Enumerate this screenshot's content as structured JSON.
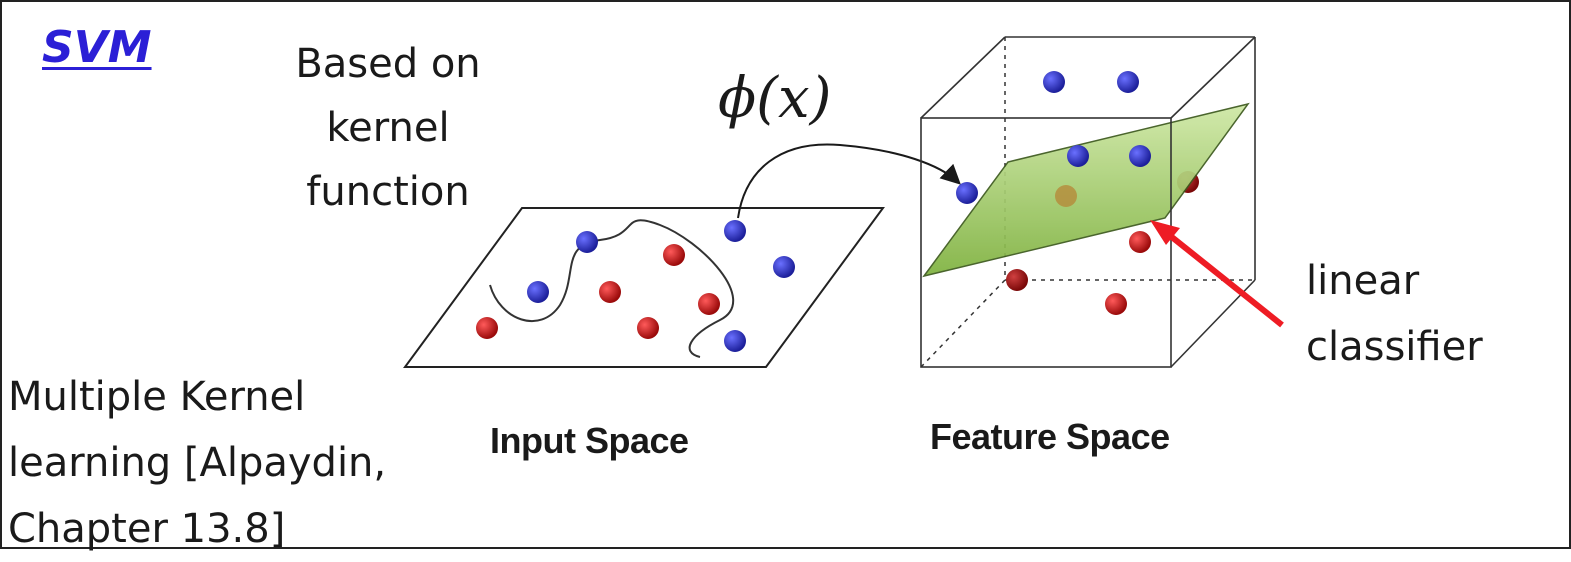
{
  "title": "SVM",
  "note_top": "Based on kernel function",
  "mapping_label": "ϕ(x)",
  "note_bottom": "Multiple Kernel learning [Alpaydin, Chapter 13.8]",
  "input_space_label": "Input Space",
  "feature_space_label": "Feature Space",
  "classifier_label": "linear classifier",
  "colors": {
    "blue_point": "#2a2fc4",
    "red_point": "#c21818",
    "plane": "#9ccc5a",
    "arrow": "#ee1c24",
    "title": "#2b1fd6"
  }
}
